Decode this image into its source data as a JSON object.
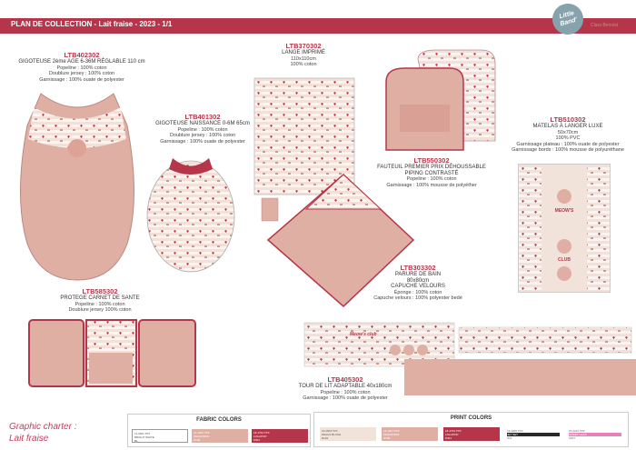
{
  "header": {
    "title": "PLAN DE COLLECTION - Lait fraise - 2023 - 1/1",
    "logo_text": "Little Band'",
    "brand": "Clara Benoist"
  },
  "colors": {
    "accent": "#b5364a",
    "pink": "#e0afa4",
    "cream": "#f3e6de",
    "logo": "#86a2ad"
  },
  "products": {
    "p1": {
      "code": "LTB402302",
      "name": "GIGOTEUSE 2ème AGE 6-36M RÉGLABLE 110 cm",
      "lines": [
        "Popeline : 100% coton",
        "Doublure jersey : 100% coton",
        "Garnissage : 100% ouate de polyester"
      ]
    },
    "p2": {
      "code": "LTB401302",
      "name": "GIGOTEUSE NAISSANCE 0-6M 65cm",
      "lines": [
        "Popeline : 100% coton",
        "Doublure jersey : 100% coton",
        "Garnissage : 100% ouate de polyester"
      ]
    },
    "p3": {
      "code": "LTB370302",
      "name": "LANGE IMPRIMÉ",
      "lines": [
        "110x110cm",
        "100% coton"
      ]
    },
    "p4": {
      "code": "LTB550302",
      "name": "FAUTEUIL PREMIER PRIX DÉHOUSSABLE",
      "lines": [
        "PIPING CONTRASTÉ",
        "Popeline : 100% coton",
        "Garnissage : 100% mousse de polyéther"
      ]
    },
    "p5": {
      "code": "LTB510302",
      "name": "MATELAS À LANGER LUXE",
      "lines": [
        "50x70cm",
        "100% PVC",
        "Garnissage plateau : 100% ouate de polyester",
        "Garnissage bords : 100% mousse de polyuréthane"
      ]
    },
    "p6": {
      "code": "LTB303302",
      "name": "PARURE DE BAIN",
      "lines": [
        "80x80cm",
        "CAPUCHE VELOURS",
        "Éponge : 100% coton",
        "Capuche velours : 100% polyester bedé"
      ]
    },
    "p7": {
      "code": "LTB585302",
      "name": "PROTEGE CARNET DE SANTE",
      "lines": [
        "Popeline : 100% coton",
        "Doublure jersey 100% coton"
      ]
    },
    "p8": {
      "code": "LTB405302",
      "name": "TOUR DE LIT ADAPTABLE 40x180cm",
      "lines": [
        "Popeline : 100% coton",
        "Garnissage : 100% ouate de polyester"
      ]
    }
  },
  "prints": {
    "meow": "MEOW'S",
    "club": "CLUB",
    "meows_club": "Meow's club"
  },
  "charter": {
    "line1": "Graphic charter :",
    "line2": "Lait fraise"
  },
  "fabric_colors": {
    "title": "FABRIC COLORS",
    "swatches": [
      {
        "ref": "11-0601 TPX",
        "name": "BRIGHT WHITE",
        "code": "B1",
        "hex": "#ffffff"
      },
      {
        "ref": "14-1907 TPX",
        "name": "PEACHSKIN",
        "code": "R108",
        "hex": "#e0afa4"
      },
      {
        "ref": "18-1764 TPX",
        "name": "LOLLIPOP",
        "code": "P301",
        "hex": "#b5364a"
      }
    ]
  },
  "print_colors": {
    "title": "PRINT COLORS",
    "swatches": [
      {
        "ref": "13-1504 TPX",
        "name": "PEACH BLUSH",
        "code": "R104",
        "hex": "#f1e3d9"
      },
      {
        "ref": "14-1907 TPX",
        "name": "PEACHSKIN",
        "code": "R108",
        "hex": "#e0afa4"
      },
      {
        "ref": "18-1764 TPX",
        "name": "LOLLIPOP",
        "code": "P301",
        "hex": "#b5364a"
      },
      {
        "ref": "19-4006 TPX",
        "name": "JET SET",
        "code": "N01",
        "hex": "#2a2a2a"
      },
      {
        "ref": "15-2216 TPX",
        "name": "SWEET LILAC",
        "code": "V207",
        "hex": "#e682b8"
      }
    ]
  }
}
